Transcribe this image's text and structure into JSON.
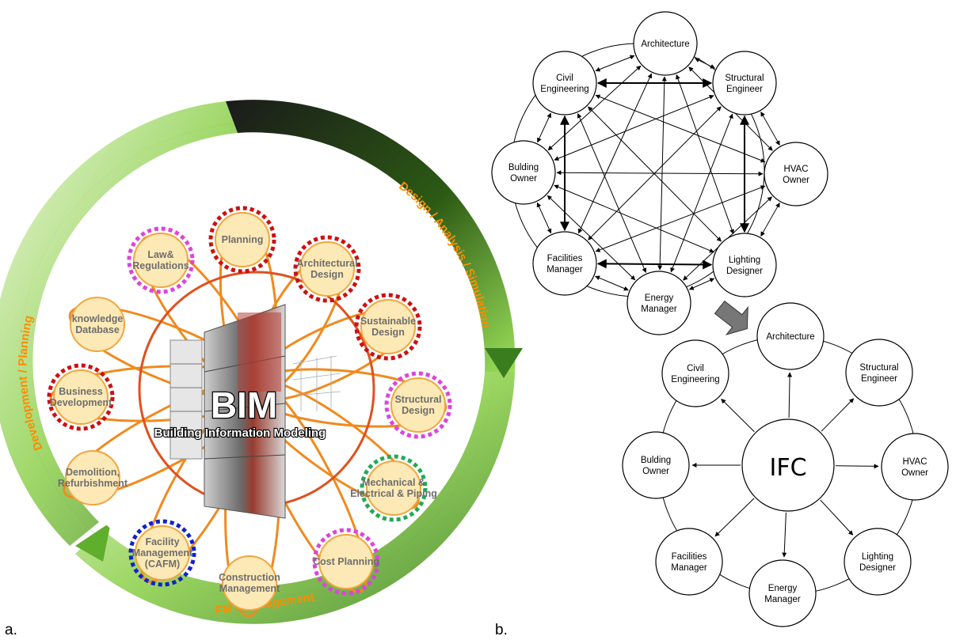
{
  "panels": {
    "a": {
      "letter": "a."
    },
    "b": {
      "letter": "b."
    }
  },
  "bim": {
    "title": "BIM",
    "subtitle": "Building Information Modeling",
    "nodes": [
      {
        "label": [
          "Planning"
        ],
        "ring_color": "#cc1111"
      },
      {
        "label": [
          "Architectural",
          "Design"
        ],
        "ring_color": "#cc1111"
      },
      {
        "label": [
          "Sustainable",
          "Design"
        ],
        "ring_color": "#cc1111"
      },
      {
        "label": [
          "Structural",
          "Design"
        ],
        "ring_color": "#dd44dd"
      },
      {
        "label": [
          "Mechanical &",
          "Electrical & Piping"
        ],
        "ring_color": "#22aa55"
      },
      {
        "label": [
          "Cost Planning"
        ],
        "ring_color": "#dd44dd"
      },
      {
        "label": [
          "Construction",
          "Management"
        ],
        "ring_color": ""
      },
      {
        "label": [
          "Facility",
          "Management",
          "(CAFM)"
        ],
        "ring_color": "#1122cc"
      },
      {
        "label": [
          "Demolition,",
          "Refurbishment"
        ],
        "ring_color": ""
      },
      {
        "label": [
          "Business",
          "Development"
        ],
        "ring_color": "#cc1111"
      },
      {
        "label": [
          "knowledge",
          "Database"
        ],
        "ring_color": ""
      },
      {
        "label": [
          "Law&",
          "Regulations"
        ],
        "ring_color": "#dd44dd"
      }
    ],
    "phases": {
      "left": "Development / Planning",
      "right": "Design / Analysis / Simulation",
      "bottom": "FM / Management"
    },
    "colors": {
      "loop": "#f08a1e",
      "node_fill": "#fde9b5",
      "center_ring": "#e0501e"
    }
  },
  "network": {
    "nodes": [
      "Architecture",
      "Structural\nEngineer",
      "HVAC\nOwner",
      "Lighting\nDesigner",
      "Energy\nManager",
      "Facilities\nManager",
      "Bulding\nOwner",
      "Civil\nEngineering"
    ]
  },
  "ifc": {
    "center": "IFC",
    "nodes": [
      "Architecture",
      "Structural\nEngineer",
      "HVAC\nOwner",
      "Lighting\nDesigner",
      "Energy\nManager",
      "Facilities\nManager",
      "Bulding\nOwner",
      "Civil\nEngineering"
    ]
  }
}
